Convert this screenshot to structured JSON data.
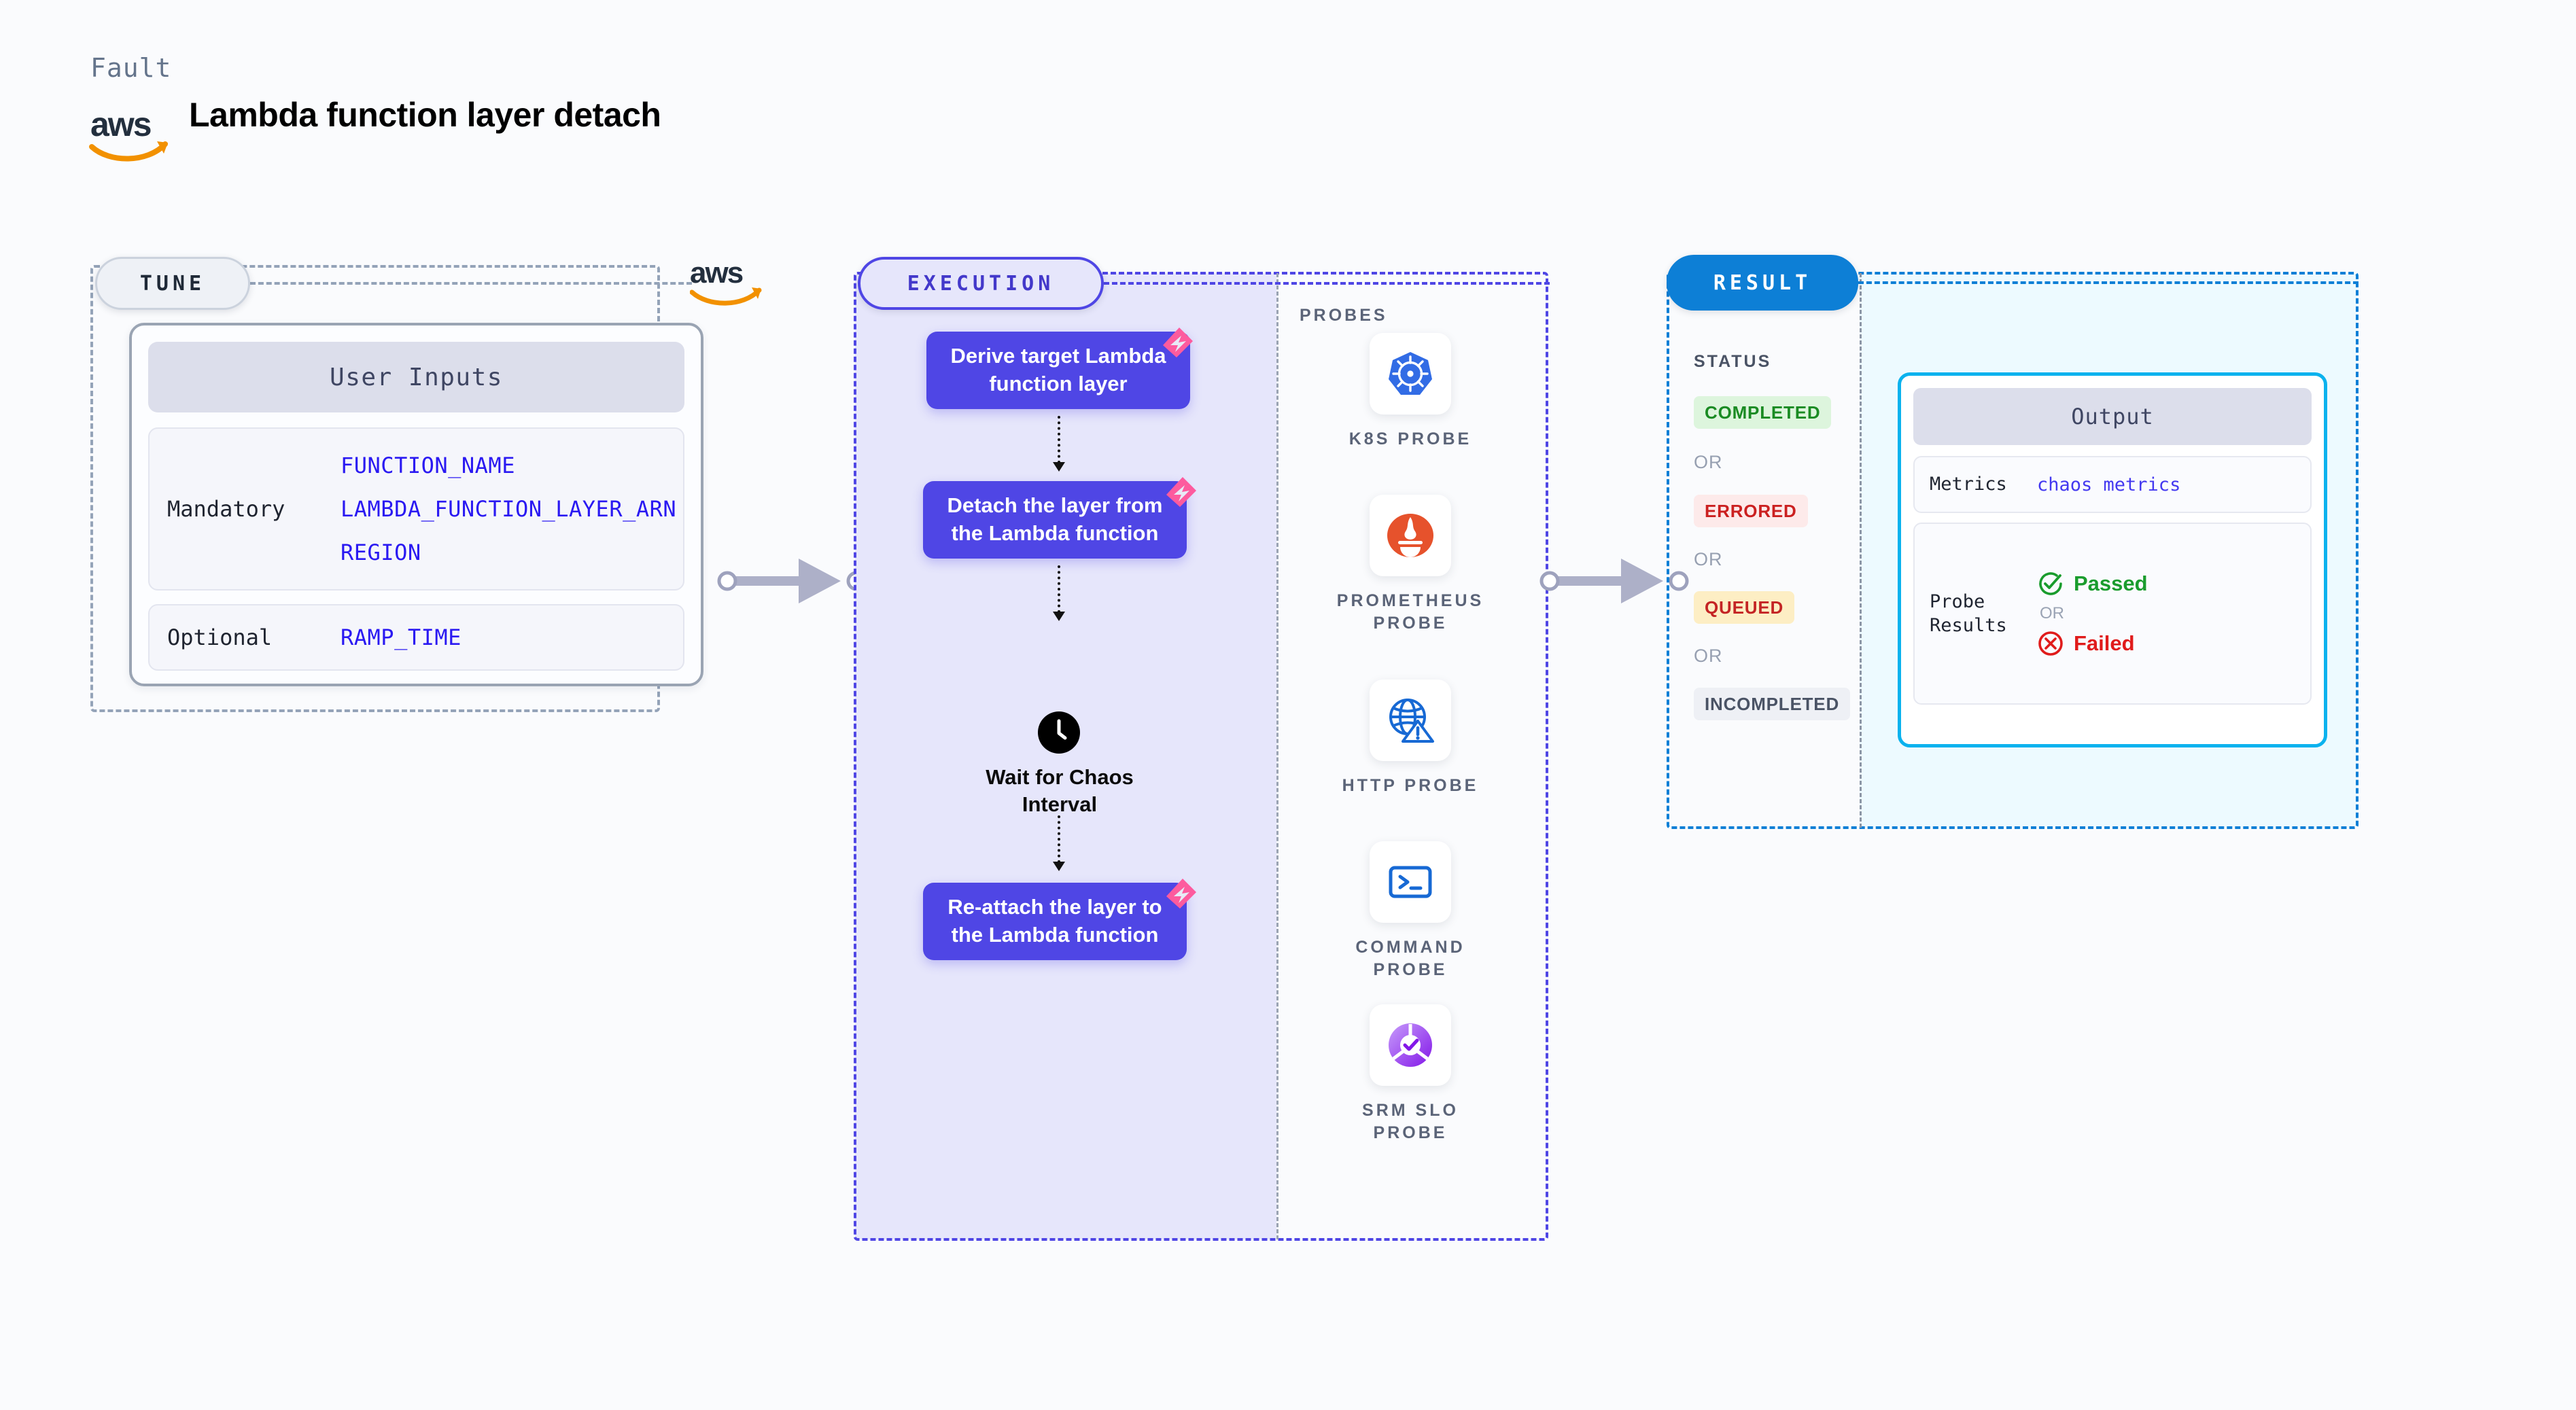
{
  "header": {
    "kicker": "Fault",
    "title": "Lambda function layer detach",
    "logo": "aws-logo"
  },
  "tune": {
    "pill_label": "TUNE",
    "provider_logo": "aws-logo",
    "card_title": "User Inputs",
    "rows": [
      {
        "key": "Mandatory",
        "values": [
          "FUNCTION_NAME",
          "LAMBDA_FUNCTION_LAYER_ARN",
          "REGION"
        ]
      },
      {
        "key": "Optional",
        "values": [
          "RAMP_TIME"
        ]
      }
    ]
  },
  "execution": {
    "pill_label": "EXECUTION",
    "steps": [
      {
        "label": "Derive target Lambda function layer",
        "badge": "litmus-logo-icon"
      },
      {
        "label": "Detach the layer from the Lambda function",
        "badge": "litmus-logo-icon"
      },
      {
        "label": "Re-attach the layer to the Lambda function",
        "badge": "litmus-logo-icon"
      }
    ],
    "wait": {
      "icon": "clock-icon",
      "label": "Wait for Chaos Interval"
    }
  },
  "probes": {
    "title": "PROBES",
    "items": [
      {
        "label": "K8S PROBE",
        "icon": "kubernetes-icon"
      },
      {
        "label": "PROMETHEUS PROBE",
        "icon": "prometheus-icon"
      },
      {
        "label": "HTTP PROBE",
        "icon": "http-globe-warning-icon"
      },
      {
        "label": "COMMAND PROBE",
        "icon": "terminal-icon"
      },
      {
        "label": "SRM SLO PROBE",
        "icon": "srm-slo-icon"
      }
    ]
  },
  "result": {
    "pill_label": "RESULT",
    "status_title": "STATUS",
    "or_label": "OR",
    "statuses": [
      {
        "label": "COMPLETED",
        "bg": "#ddf5dd",
        "fg": "#1a8b23"
      },
      {
        "label": "ERRORED",
        "bg": "#fdeaea",
        "fg": "#cb2020"
      },
      {
        "label": "QUEUED",
        "bg": "#fdeec4",
        "fg": "#c42424"
      },
      {
        "label": "INCOMPLETED",
        "bg": "#eef0f5",
        "fg": "#4a5365"
      }
    ],
    "output": {
      "title": "Output",
      "metrics_key": "Metrics",
      "metrics_value": "chaos metrics",
      "probe_results_key": "Probe Results",
      "passed_label": "Passed",
      "failed_label": "Failed",
      "or_label": "OR"
    }
  },
  "colors": {
    "tune_border": "#94a3b8",
    "execution_accent": "#4f46e5",
    "result_accent": "#0d7fd6",
    "output_accent": "#0bb2ee",
    "litmus_pink": "#fd5b9e",
    "aws_orange": "#f29100",
    "connector": "#adb0c8"
  }
}
